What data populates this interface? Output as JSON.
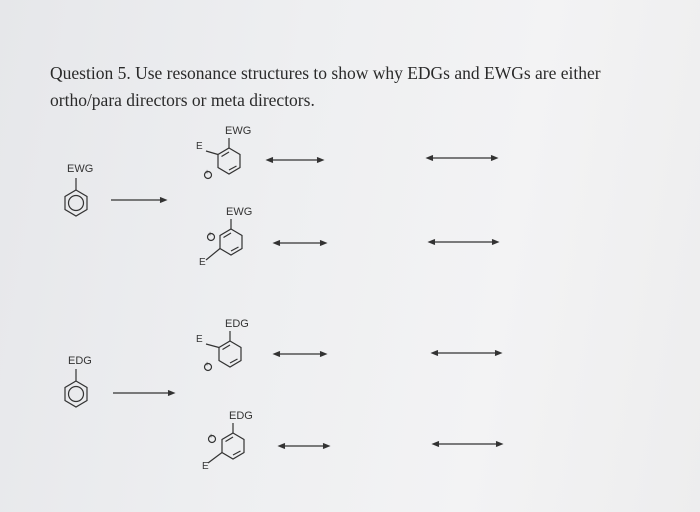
{
  "question": {
    "line1": "Question 5. Use resonance structures to show why EDGs and EWGs are either",
    "line2": "ortho/para directors or meta directors."
  },
  "labels": {
    "ewg": "EWG",
    "edg": "EDG",
    "electrophile": "E",
    "plus": "+"
  }
}
